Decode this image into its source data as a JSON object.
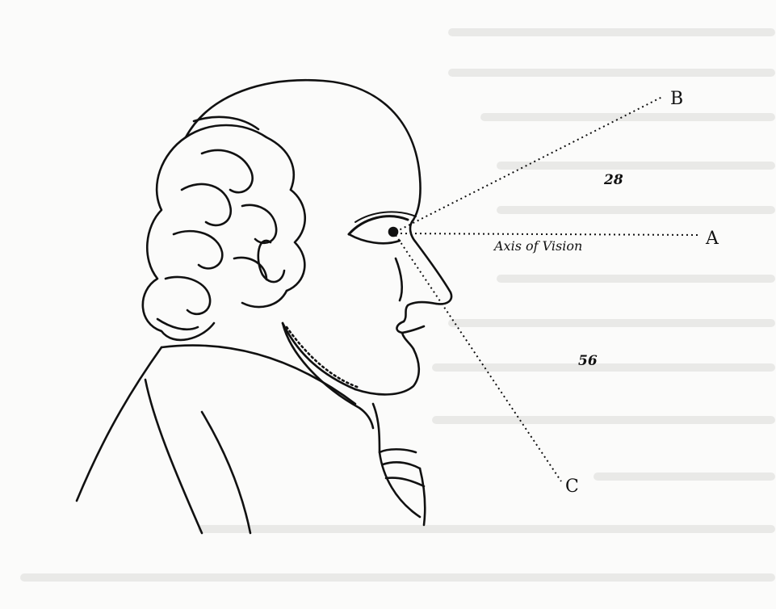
{
  "figure": {
    "points": {
      "a": "A",
      "b": "B",
      "c": "C"
    },
    "axis_label": "Axis of Vision",
    "angles": {
      "upper": "28",
      "lower": "56"
    },
    "colors": {
      "ink": "#111111",
      "paper": "#fbfbfa",
      "bleed": "#d9d9d6"
    },
    "icons": [
      "human-profile-engraving"
    ]
  }
}
